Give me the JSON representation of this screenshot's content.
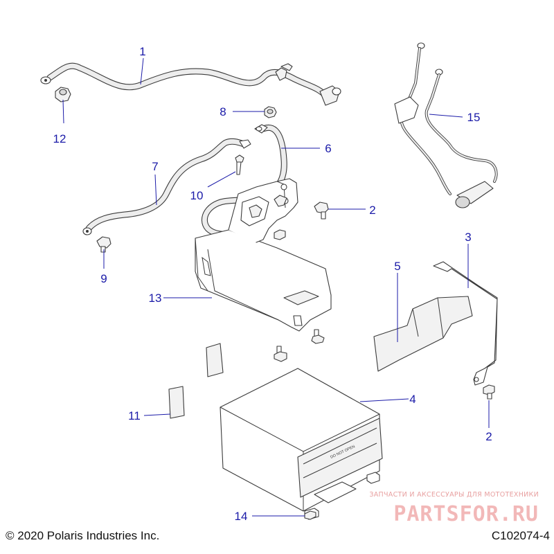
{
  "callouts": [
    {
      "id": "c1",
      "label": "1"
    },
    {
      "id": "c2a",
      "label": "2"
    },
    {
      "id": "c2b",
      "label": "2"
    },
    {
      "id": "c3",
      "label": "3"
    },
    {
      "id": "c4",
      "label": "4"
    },
    {
      "id": "c5",
      "label": "5"
    },
    {
      "id": "c6",
      "label": "6"
    },
    {
      "id": "c7",
      "label": "7"
    },
    {
      "id": "c8",
      "label": "8"
    },
    {
      "id": "c9",
      "label": "9"
    },
    {
      "id": "c10",
      "label": "10"
    },
    {
      "id": "c11",
      "label": "11"
    },
    {
      "id": "c12",
      "label": "12"
    },
    {
      "id": "c13",
      "label": "13"
    },
    {
      "id": "c14",
      "label": "14"
    },
    {
      "id": "c15",
      "label": "15"
    }
  ],
  "battery_label": "DO NOT OPEN",
  "footer": {
    "copyright": "© 2020 Polaris Industries Inc.",
    "drawing_id": "C102074-4"
  },
  "watermark": {
    "tagline": "ЗАПЧАСТИ И АКСЕССУАРЫ ДЛЯ МОТОТЕХНИКИ",
    "logo": "PARTSFOR.RU"
  }
}
